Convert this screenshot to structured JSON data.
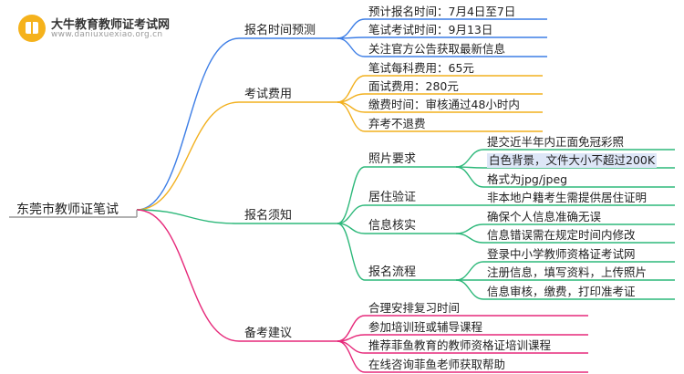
{
  "logo": {
    "name": "大牛教育教师证考试网",
    "url": "www.daniuxuexiao.org.cn"
  },
  "root": "东莞市教师证笔试",
  "branches": [
    {
      "label": "报名时间预测",
      "color": "#3d7ee6",
      "leaves": [
        "预计报名时间：7月4日至7日",
        "笔试考试时间：9月13日",
        "关注官方公告获取最新信息"
      ]
    },
    {
      "label": "考试费用",
      "color": "#f2b01e",
      "leaves": [
        "笔试每科费用：65元",
        "面试费用：280元",
        "缴费时间：审核通过48小时内",
        "弃考不退费"
      ]
    },
    {
      "label": "报名须知",
      "color": "#2db87a",
      "subs": [
        {
          "label": "照片要求",
          "leaves": [
            "提交近半年内正面免冠彩照",
            "白色背景，文件大小不超过200K",
            "格式为jpg/jpeg"
          ]
        },
        {
          "label": "居住验证",
          "leaves": [
            "非本地户籍考生需提供居住证明"
          ]
        },
        {
          "label": "信息核实",
          "leaves": [
            "确保个人信息准确无误",
            "信息错误需在规定时间内修改"
          ]
        },
        {
          "label": "报名流程",
          "leaves": [
            "登录中小学教师资格证考试网",
            "注册信息，填写资料，上传照片",
            "信息审核，缴费，打印准考证"
          ]
        }
      ]
    },
    {
      "label": "备考建议",
      "color": "#e6297a",
      "leaves": [
        "合理安排复习时间",
        "参加培训班或辅导课程",
        "推荐菲鱼教育的教师资格证培训课程",
        "在线咨询菲鱼老师获取帮助"
      ]
    }
  ]
}
